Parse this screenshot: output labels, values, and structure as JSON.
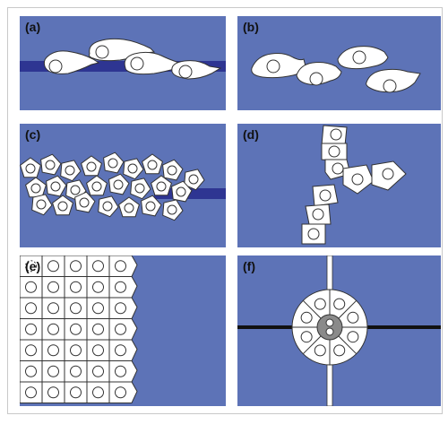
{
  "panels": [
    {
      "id": "a",
      "label": "(a)"
    },
    {
      "id": "b",
      "label": "(b)"
    },
    {
      "id": "c",
      "label": "(c)"
    },
    {
      "id": "d",
      "label": "(d)"
    },
    {
      "id": "e",
      "label": "(e)"
    },
    {
      "id": "f",
      "label": "(f)"
    }
  ],
  "colors": {
    "background": "#5d73b7",
    "track": "#2e3592",
    "cell_fill": "#ffffff",
    "outline": "#333333",
    "central_cell": "#8a8a8a"
  }
}
